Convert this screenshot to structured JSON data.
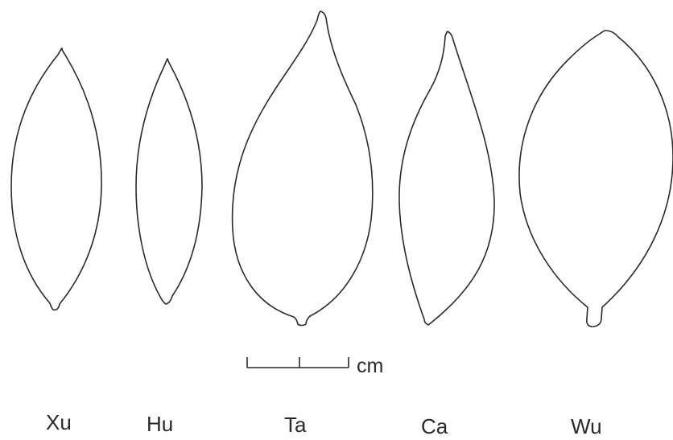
{
  "leaves": [
    {
      "label": "Xu"
    },
    {
      "label": "Hu"
    },
    {
      "label": "Ta"
    },
    {
      "label": "Ca"
    },
    {
      "label": "Wu"
    }
  ],
  "scale_bar": {
    "unit": "cm"
  },
  "colors": {
    "ink": "#2a2a2a",
    "background": "#ffffff"
  }
}
